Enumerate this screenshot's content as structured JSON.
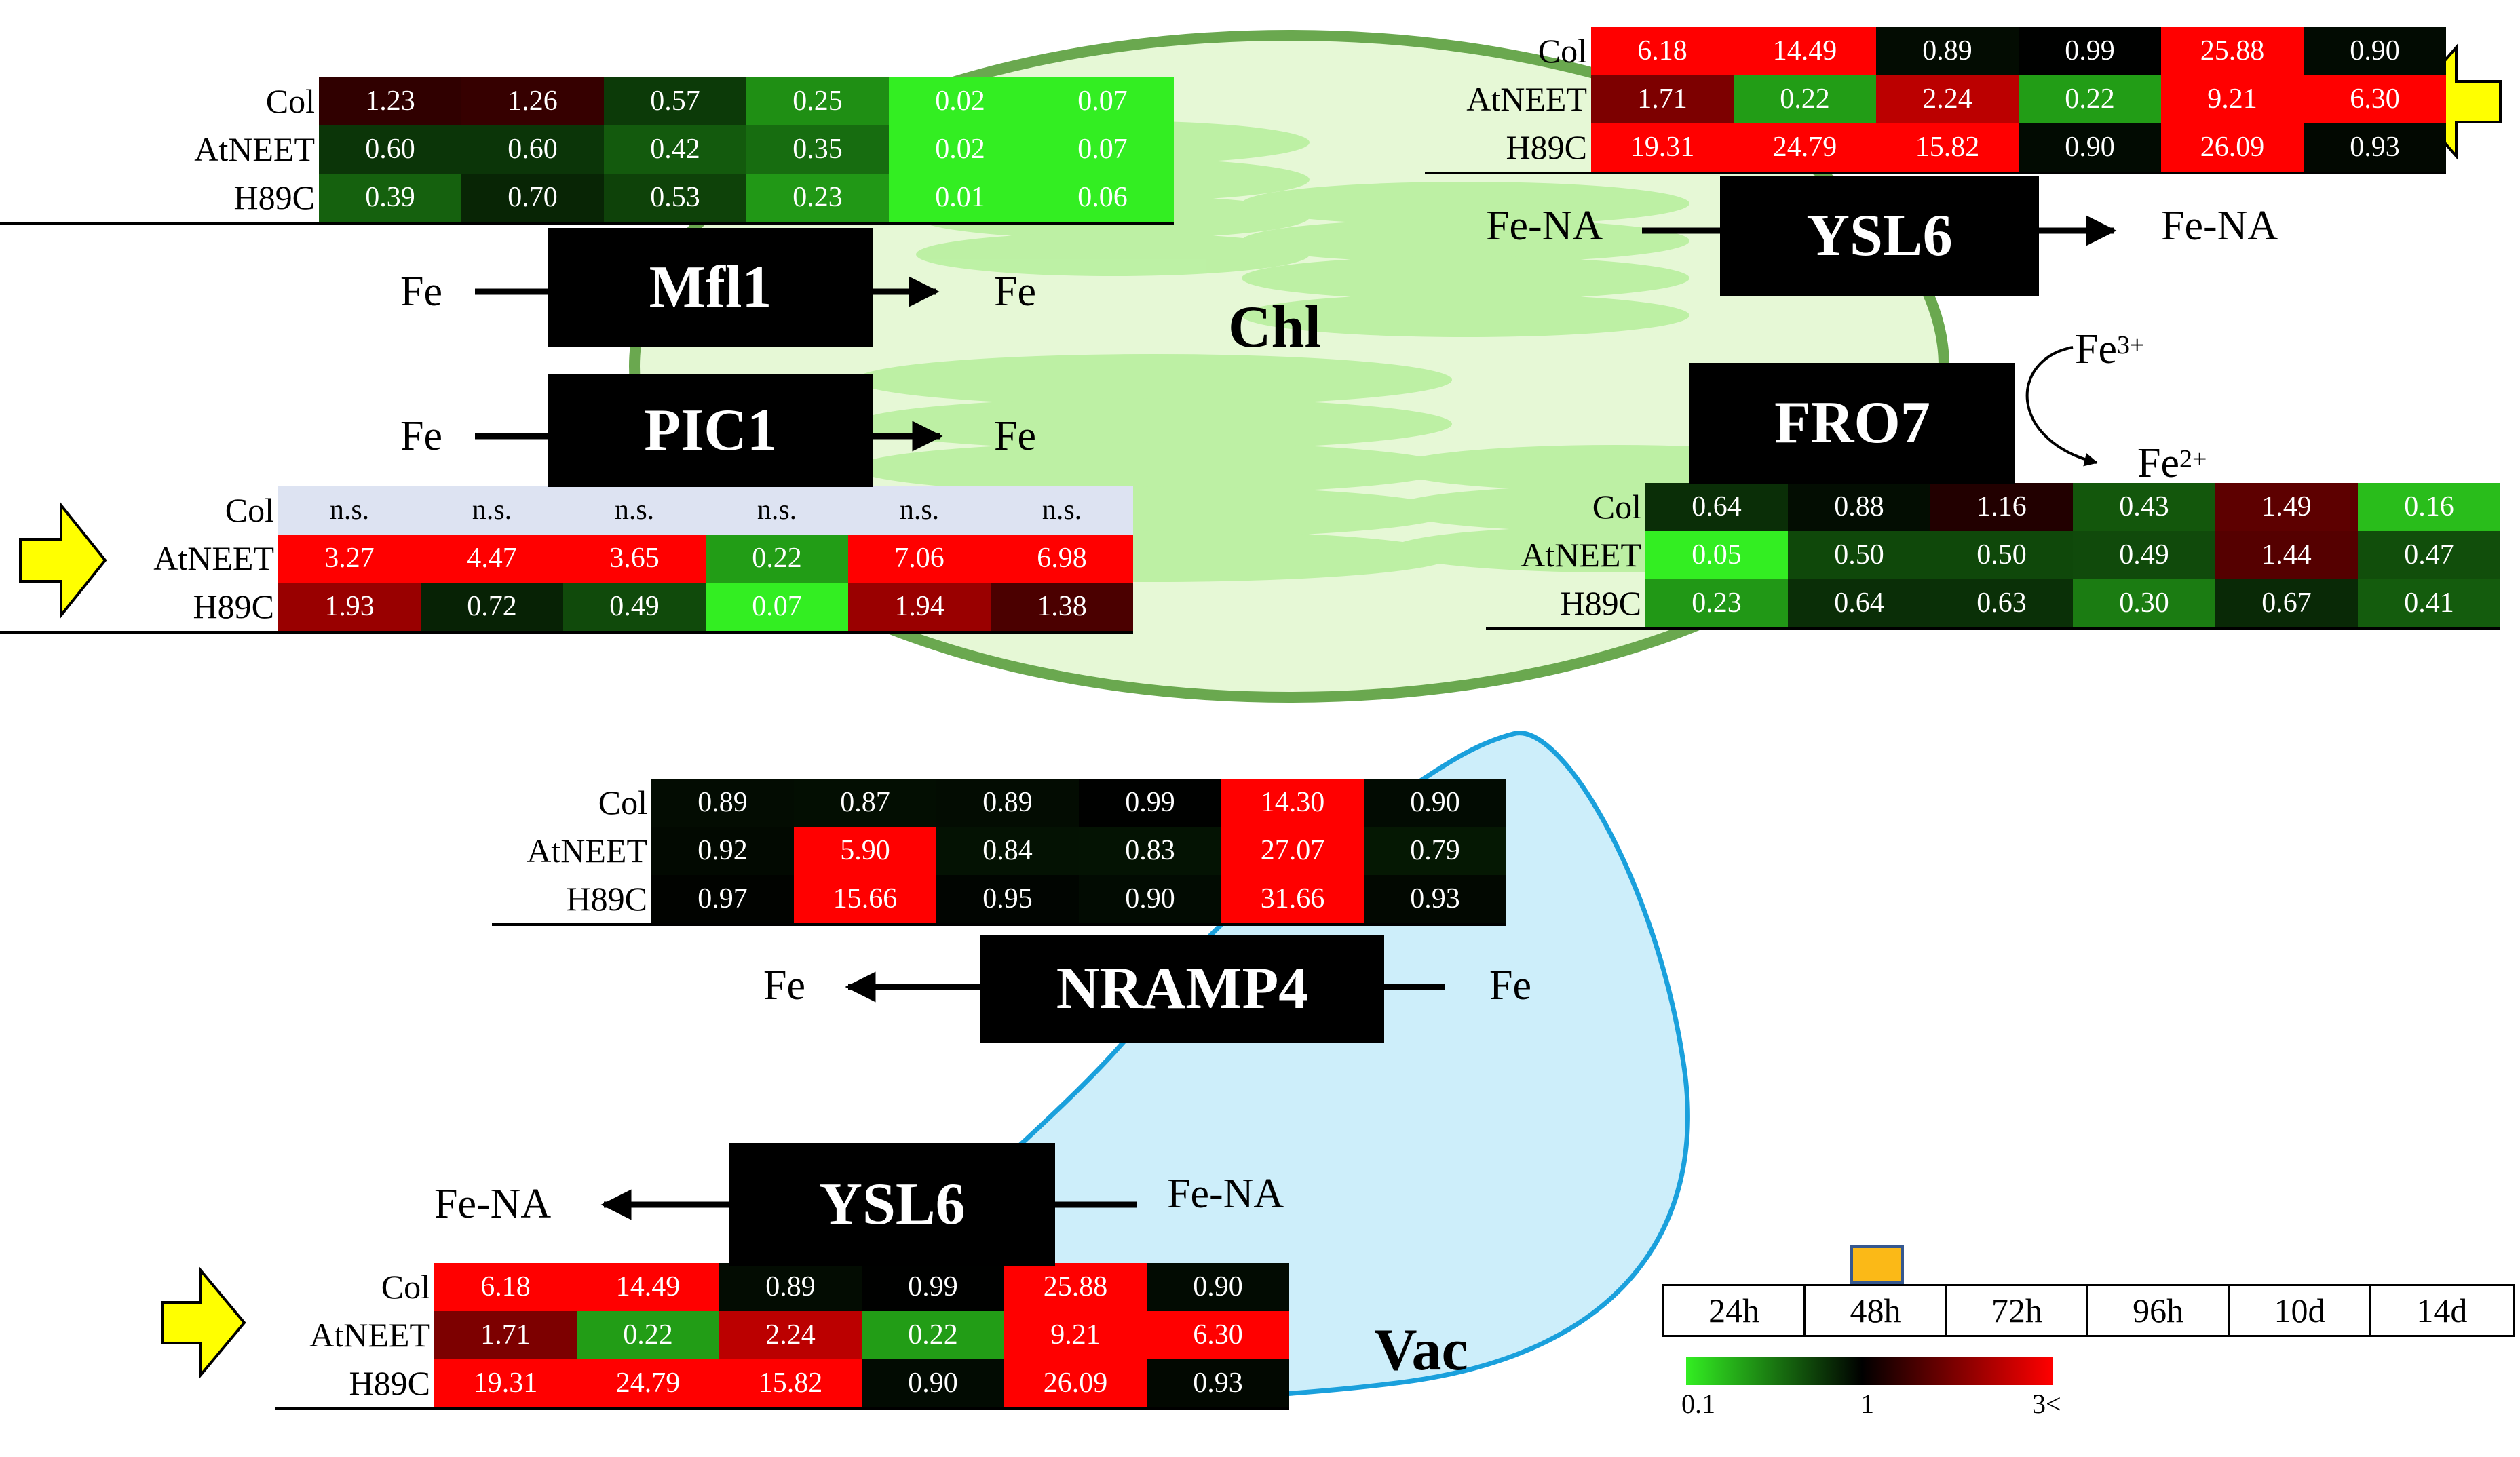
{
  "colors": {
    "green": "#33ee22",
    "black": "#000000",
    "red": "#ff0000",
    "ns": "#dde3f2",
    "chloroplast_fill": "#e6f8d6",
    "chloroplast_stroke": "#6aa84f",
    "vacuole_fill": "#cdeefa",
    "vacuole_stroke": "#1aa0dc",
    "arrow_yellow": "#ffff00"
  },
  "labels": {
    "chloroplast": "Chl",
    "vacuole": "Vac",
    "fe": "Fe",
    "fe_na": "Fe-NA",
    "fe3": "Fe",
    "fe3_sup": "3+",
    "fe2": "Fe",
    "fe2_sup": "2+"
  },
  "transporters": {
    "mfl1": "Mfl1",
    "pic1": "PIC1",
    "ysl6_chl": "YSL6",
    "fro7": "FRO7",
    "nramp4": "NRAMP4",
    "ysl6_vac": "YSL6"
  },
  "heatmaps": {
    "mfl1": {
      "rows": [
        {
          "label": "Col",
          "values": [
            "1.23",
            "1.26",
            "0.57",
            "0.25",
            "0.02",
            "0.07"
          ]
        },
        {
          "label": "AtNEET",
          "values": [
            "0.60",
            "0.60",
            "0.42",
            "0.35",
            "0.02",
            "0.07"
          ]
        },
        {
          "label": "H89C",
          "values": [
            "0.39",
            "0.70",
            "0.53",
            "0.23",
            "0.01",
            "0.06"
          ]
        }
      ]
    },
    "pic1": {
      "rows": [
        {
          "label": "Col",
          "values": [
            "n.s.",
            "n.s.",
            "n.s.",
            "n.s.",
            "n.s.",
            "n.s."
          ]
        },
        {
          "label": "AtNEET",
          "values": [
            "3.27",
            "4.47",
            "3.65",
            "0.22",
            "7.06",
            "6.98"
          ]
        },
        {
          "label": "H89C",
          "values": [
            "1.93",
            "0.72",
            "0.49",
            "0.07",
            "1.94",
            "1.38"
          ]
        }
      ]
    },
    "ysl6_chl": {
      "rows": [
        {
          "label": "Col",
          "values": [
            "6.18",
            "14.49",
            "0.89",
            "0.99",
            "25.88",
            "0.90"
          ]
        },
        {
          "label": "AtNEET",
          "values": [
            "1.71",
            "0.22",
            "2.24",
            "0.22",
            "9.21",
            "6.30"
          ]
        },
        {
          "label": "H89C",
          "values": [
            "19.31",
            "24.79",
            "15.82",
            "0.90",
            "26.09",
            "0.93"
          ]
        }
      ]
    },
    "fro7": {
      "rows": [
        {
          "label": "Col",
          "values": [
            "0.64",
            "0.88",
            "1.16",
            "0.43",
            "1.49",
            "0.16"
          ]
        },
        {
          "label": "AtNEET",
          "values": [
            "0.05",
            "0.50",
            "0.50",
            "0.49",
            "1.44",
            "0.47"
          ]
        },
        {
          "label": "H89C",
          "values": [
            "0.23",
            "0.64",
            "0.63",
            "0.30",
            "0.67",
            "0.41"
          ]
        }
      ]
    },
    "nramp4": {
      "rows": [
        {
          "label": "Col",
          "values": [
            "0.89",
            "0.87",
            "0.89",
            "0.99",
            "14.30",
            "0.90"
          ]
        },
        {
          "label": "AtNEET",
          "values": [
            "0.92",
            "5.90",
            "0.84",
            "0.83",
            "27.07",
            "0.79"
          ]
        },
        {
          "label": "H89C",
          "values": [
            "0.97",
            "15.66",
            "0.95",
            "0.90",
            "31.66",
            "0.93"
          ]
        }
      ]
    },
    "ysl6_vac": {
      "rows": [
        {
          "label": "Col",
          "values": [
            "6.18",
            "14.49",
            "0.89",
            "0.99",
            "25.88",
            "0.90"
          ]
        },
        {
          "label": "AtNEET",
          "values": [
            "1.71",
            "0.22",
            "2.24",
            "0.22",
            "9.21",
            "6.30"
          ]
        },
        {
          "label": "H89C",
          "values": [
            "19.31",
            "24.79",
            "15.82",
            "0.90",
            "26.09",
            "0.93"
          ]
        }
      ]
    }
  },
  "timeline": {
    "labels": [
      "24h",
      "48h",
      "72h",
      "96h",
      "10d",
      "14d"
    ],
    "selected": "48h",
    "marker_color": "#fbb917"
  },
  "scale": {
    "min_label": "0.1",
    "mid_label": "1",
    "max_label": "3<"
  }
}
